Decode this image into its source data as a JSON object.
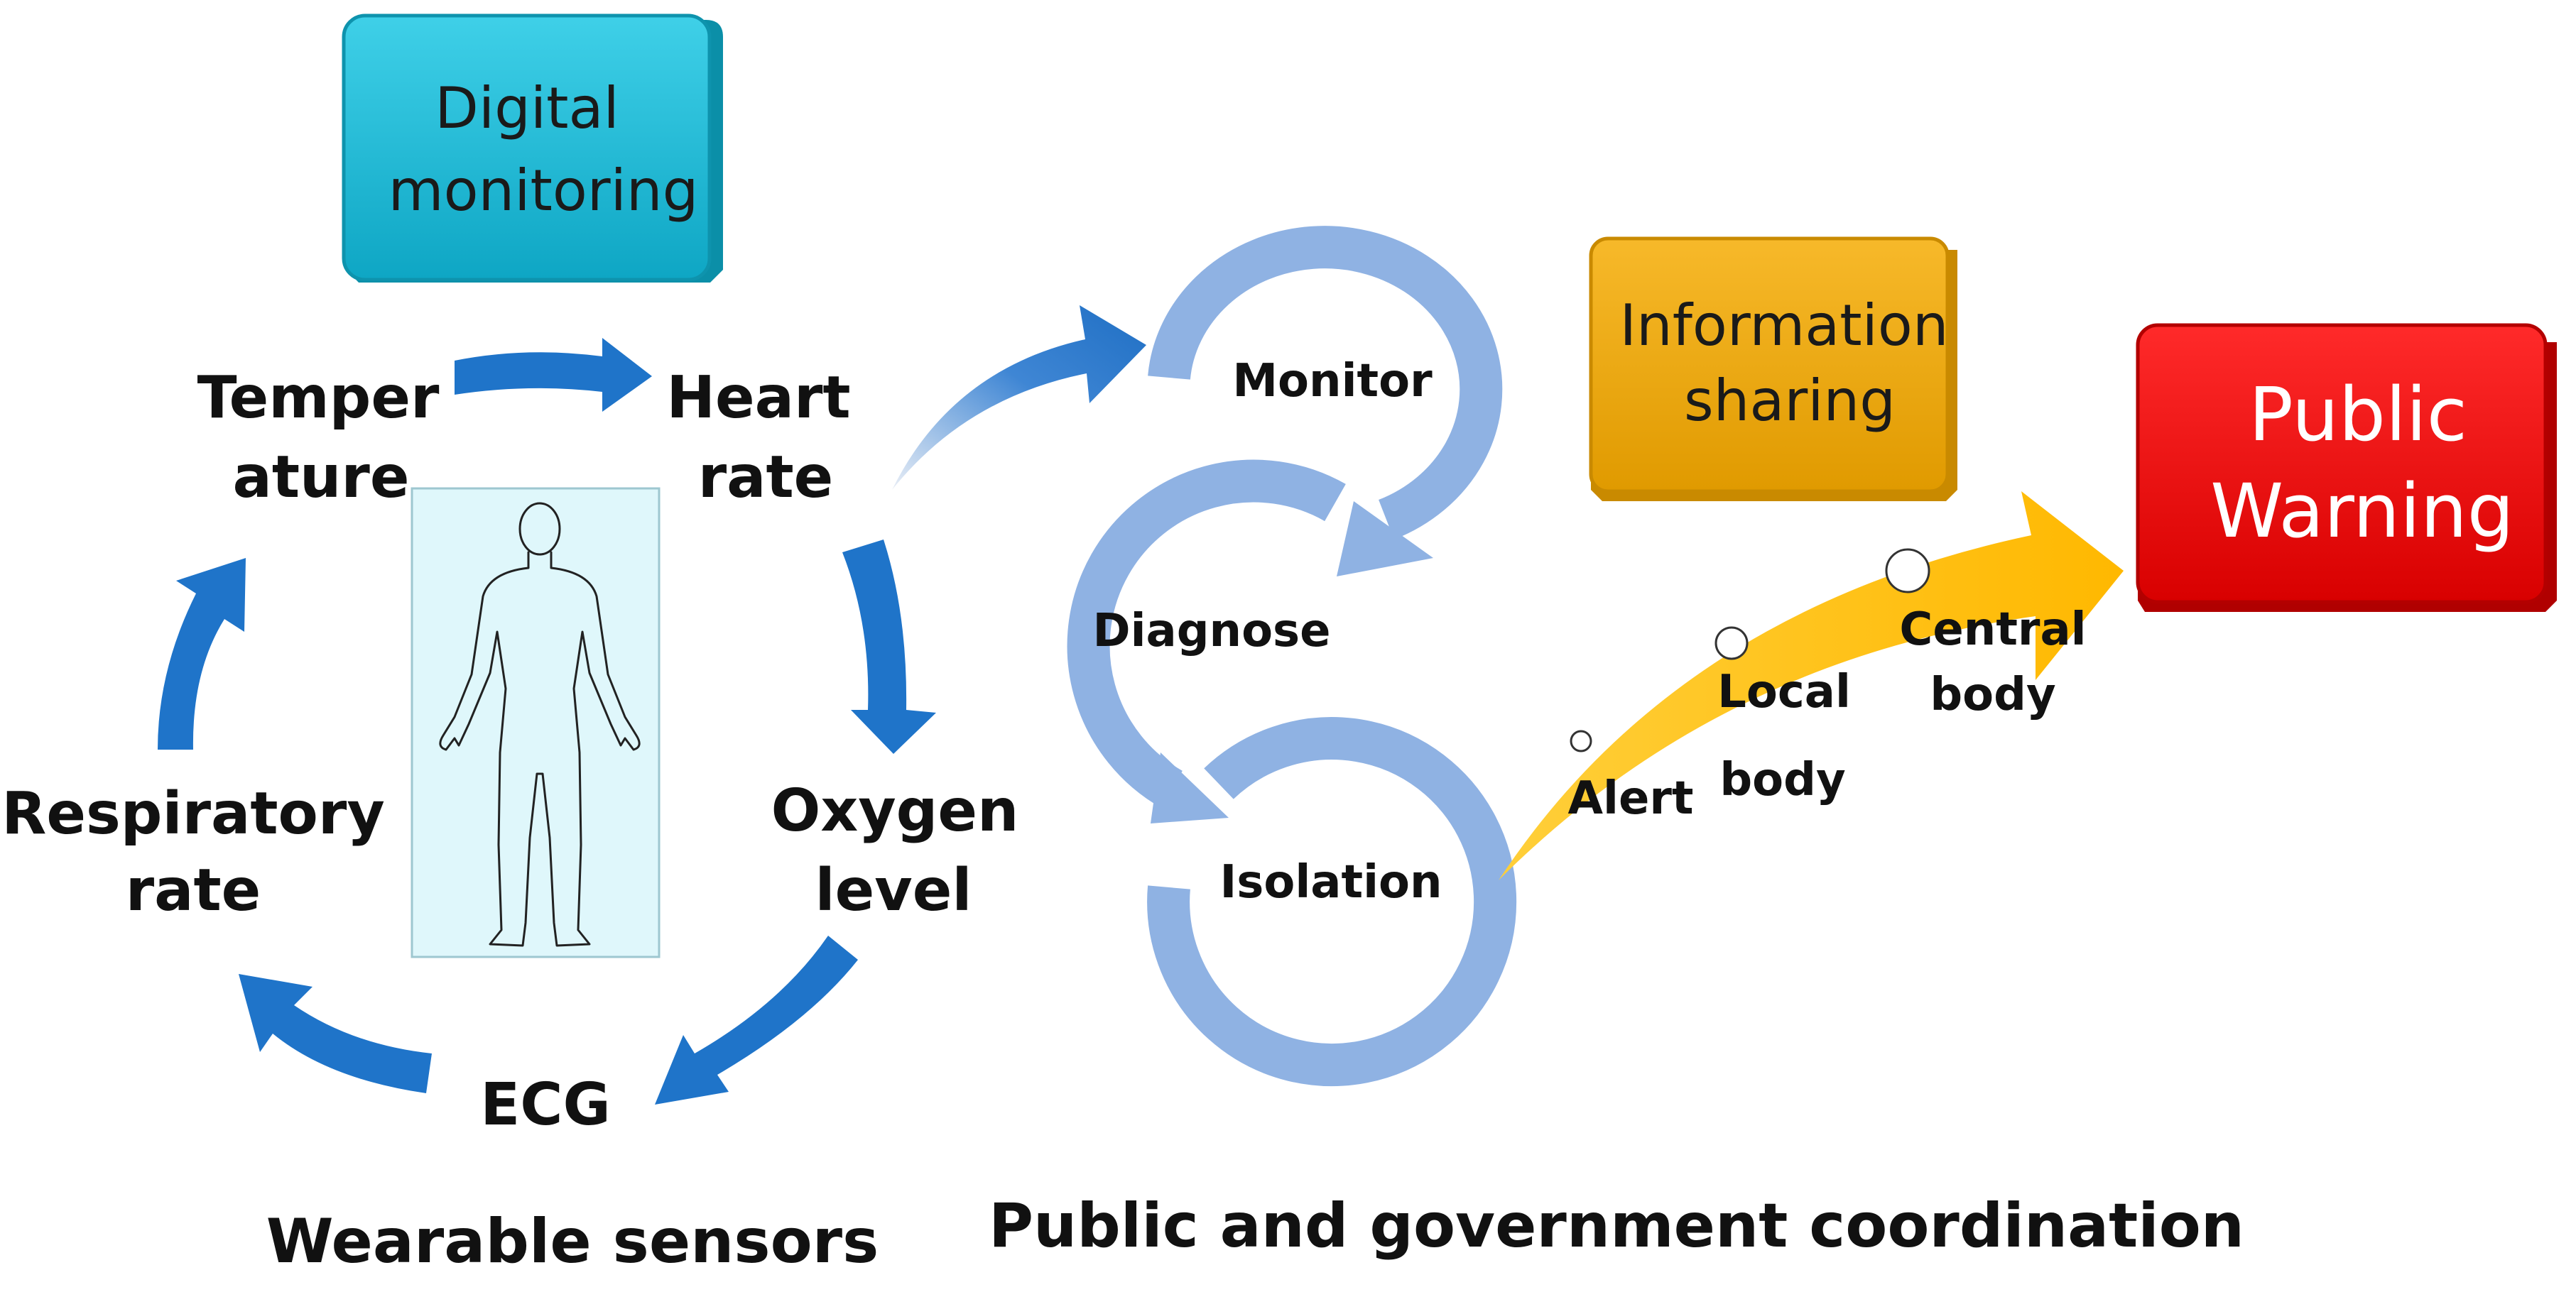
{
  "colors": {
    "blue_arrow": "#1f74c9",
    "light_blue": "#8fb2e3",
    "teal_box": "#17b9d6",
    "orange_box": "#eda606",
    "red_box": "#ea0b0b",
    "gold_arrow": "#ffc107",
    "body_panel": "#dff7fb"
  },
  "digital_monitoring": {
    "line1": "Digital",
    "line2": "monitoring"
  },
  "information_sharing": {
    "line1": "Information",
    "line2": "sharing"
  },
  "public_warning": {
    "line1": "Public",
    "line2": "Warning"
  },
  "wearable_cycle": {
    "temperature": {
      "line1": "Temper",
      "line2": "ature"
    },
    "heart_rate": {
      "line1": "Heart",
      "line2": "rate"
    },
    "oxygen_level": {
      "line1": "Oxygen",
      "line2": "level"
    },
    "ecg": "ECG",
    "respiratory_rate": {
      "line1": "Respiratory",
      "line2": "rate"
    }
  },
  "process_loop": {
    "monitor": "Monitor",
    "diagnose": "Diagnose",
    "isolation": "Isolation"
  },
  "escalation": {
    "alert": "Alert",
    "local_body": {
      "line1": "Local",
      "line2": "body"
    },
    "central_body": {
      "line1": "Central",
      "line2": "body"
    }
  },
  "footer": {
    "wearable": "Wearable sensors",
    "coordination": "Public and government coordination"
  },
  "icons": [
    "human-body-outline-icon",
    "curved-arrow-icon",
    "loop-arrow-icon"
  ]
}
